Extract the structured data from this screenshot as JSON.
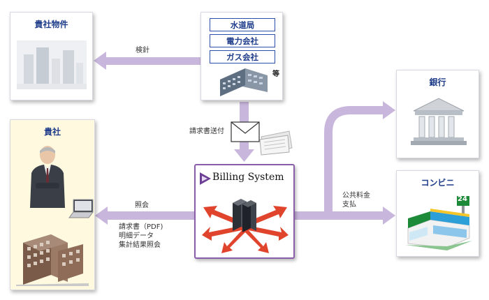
{
  "property": {
    "title": "貴社物件"
  },
  "utilities": {
    "items": [
      "水道局",
      "電力会社",
      "ガス会社"
    ],
    "etc": "等"
  },
  "company": {
    "title": "貴社"
  },
  "billing": {
    "title": "Billing System"
  },
  "bank": {
    "title": "銀行"
  },
  "convenience": {
    "title": "コンビニ",
    "sign": "24"
  },
  "edges": {
    "inspection": "検針",
    "invoice_send": "請求書送付",
    "inquiry": "照会",
    "inquiry_items": [
      "請求書（PDF)",
      "明細データ",
      "集計結果照会"
    ],
    "payment": [
      "公共料金",
      "支払"
    ]
  },
  "colors": {
    "arrow": "#c8b4dc",
    "title": "#1f3d8a",
    "billing_border": "#8a5da8",
    "company_bg": "#fff9df"
  }
}
